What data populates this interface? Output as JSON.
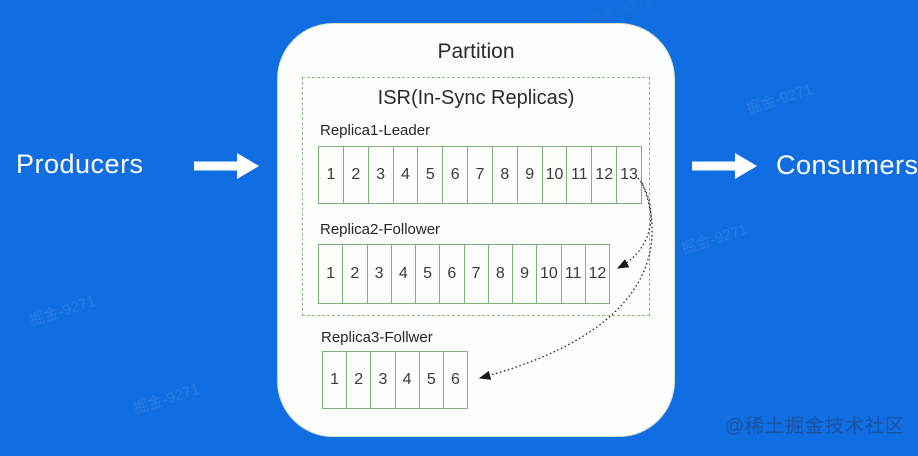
{
  "colors": {
    "background": "#116de2",
    "container_bg": "#fdfdfc",
    "cell_border_green": "#7fb278",
    "isr_dashed_green": "#8cbd86",
    "arrow_white": "#ffffff",
    "text_dark": "#2b2b2b"
  },
  "left_side": {
    "label": "Producers"
  },
  "right_side": {
    "label": "Consumers"
  },
  "partition": {
    "title": "Partition",
    "isr": {
      "title": "ISR(In-Sync Replicas)",
      "replica1": {
        "label": "Replica1-Leader",
        "cells": [
          "1",
          "2",
          "3",
          "4",
          "5",
          "6",
          "7",
          "8",
          "9",
          "10",
          "11",
          "12",
          "13"
        ]
      },
      "replica2": {
        "label": "Replica2-Follower",
        "cells": [
          "1",
          "2",
          "3",
          "4",
          "5",
          "6",
          "7",
          "8",
          "9",
          "10",
          "11",
          "12"
        ]
      }
    },
    "replica3": {
      "label": "Replica3-Follwer",
      "cells": [
        "1",
        "2",
        "3",
        "4",
        "5",
        "6"
      ]
    }
  },
  "watermark": {
    "attribution": "@稀土掘金技术社区",
    "tiled_text": "掘金-9271"
  }
}
